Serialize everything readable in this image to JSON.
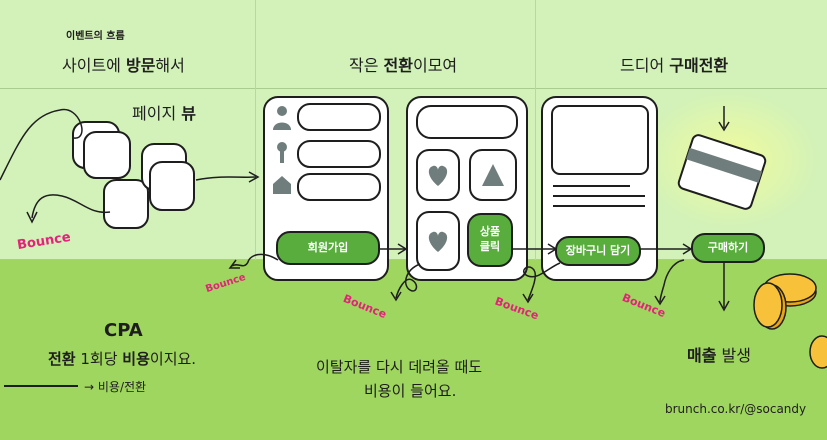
{
  "header": {
    "tag": "이벤트의 흐름",
    "stages": [
      {
        "plain": "사이트에 ",
        "bold": "방문",
        "tail": "해서"
      },
      {
        "plain": "작은 ",
        "bold": "전환",
        "tail": "이모여"
      },
      {
        "plain": "드디어 ",
        "bold": "구매전환",
        "tail": ""
      }
    ]
  },
  "pageview": {
    "plain": "페이지 ",
    "bold": "뷰"
  },
  "buttons": {
    "signup": "회원가입",
    "product_click": "상품\n클릭",
    "add_to_cart": "장바구니 담기",
    "purchase": "구매하기"
  },
  "bounce_label": "Bounce",
  "cpa": {
    "title": "CPA",
    "line_bold1": "전환",
    "line_mid": " 1회당 ",
    "line_bold2": "비용",
    "line_tail": "이지요.",
    "legend": "→ 비용/전환"
  },
  "retarget": {
    "line1": "이탈자를 다시 데려올 때도",
    "line2": "비용이 들어요."
  },
  "revenue": {
    "bold": "매출",
    "plain": " 발생"
  },
  "credit": "brunch.co.kr/@socandy",
  "colors": {
    "accent": "#58ad3d",
    "bounce": "#e4227a",
    "icon": "#6f7e7c"
  }
}
